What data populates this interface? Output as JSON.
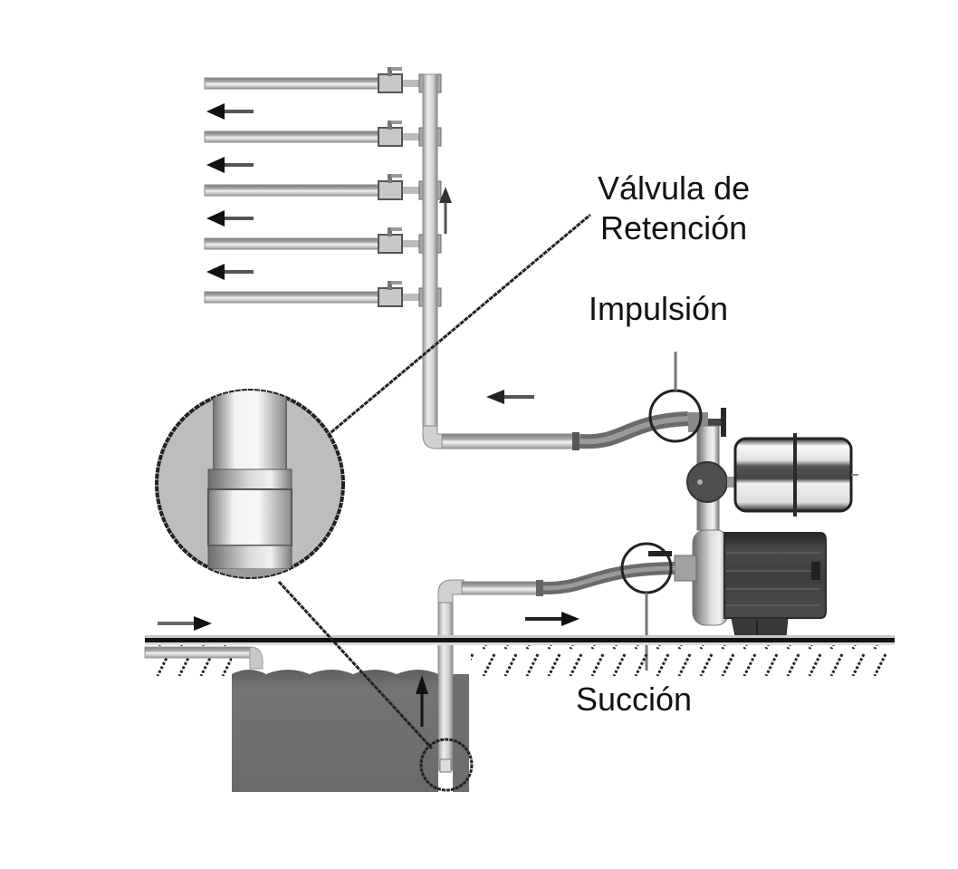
{
  "diagram": {
    "title": "Instalación de bomba de agua con tanque de presión",
    "labels": {
      "check_valve_line1": "Válvula de",
      "check_valve_line2": "Retención",
      "discharge": "Impulsión",
      "suction": "Succión"
    },
    "components": [
      {
        "id": "distribution-branches",
        "description": "5 tuberías de distribución con grifos",
        "count": 5
      },
      {
        "id": "riser-pipe",
        "description": "Tubería vertical de impulsión"
      },
      {
        "id": "pump",
        "description": "Bomba de superficie"
      },
      {
        "id": "pressure-tank",
        "description": "Tanque hidroneumático"
      },
      {
        "id": "water-tank",
        "description": "Depósito / cisterna"
      },
      {
        "id": "check-valve-detail",
        "description": "Detalle ampliado de válvula de retención"
      }
    ],
    "flow_arrows": {
      "branches": "left",
      "riser": "up",
      "discharge_pipe": "left",
      "suction_pipe": "right",
      "inlet": "right",
      "tank_suction": "up"
    },
    "colors": {
      "pipe_light": "#e6e6e6",
      "pipe_dark": "#8a8a8a",
      "water": "#6f6f6f",
      "pump_body": "#4a4a4a",
      "magnifier": "#bdbdbd",
      "ink": "#111111"
    }
  }
}
